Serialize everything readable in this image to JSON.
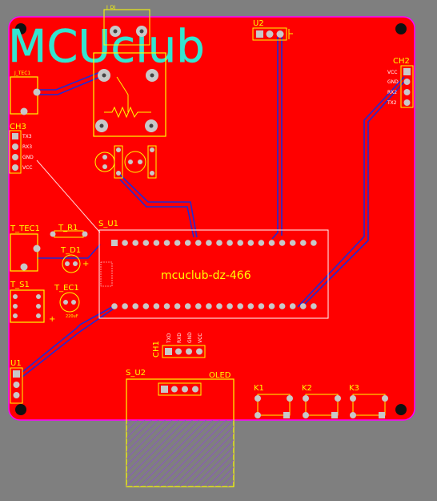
{
  "colors": {
    "background": "#7f7f7f",
    "board": "#ff0000",
    "board_edge": "#ff00ff",
    "silk": "#ffff00",
    "trace": "#1f2bd6",
    "pad": "#c8c8c8",
    "logo": "#33e5d0",
    "white": "#ffffff",
    "oled_hatch": "#8a55c0"
  },
  "logo": {
    "text": "MCUclub"
  },
  "board_label": {
    "text": "mcuclub-dz-466"
  },
  "designators": {
    "u2": "U2",
    "ch2": "CH2",
    "ch3": "CH3",
    "j_tec1": "J_TEC1",
    "j_dj": "J_DJ",
    "t_tec1": "T_TEC1",
    "t_r1": "T_R1",
    "t_d1": "T_D1",
    "t_s1": "T_S1",
    "t_ec1": "T_EC1",
    "s_u1": "S_U1",
    "u1": "U1",
    "ch1": "CH1",
    "s_u2": "S_U2",
    "oled": "OLED",
    "k1": "K1",
    "k2": "K2",
    "k3": "K3"
  },
  "ch2_pins": [
    "VCC",
    "GND",
    "RX2",
    "TX2"
  ],
  "ch3_pins": [
    "TX3",
    "RX3",
    "GND",
    "VCC"
  ],
  "ch1_pins": [
    "TXD",
    "RXD",
    "GND",
    "VCC"
  ],
  "ec1_value": "220uF"
}
